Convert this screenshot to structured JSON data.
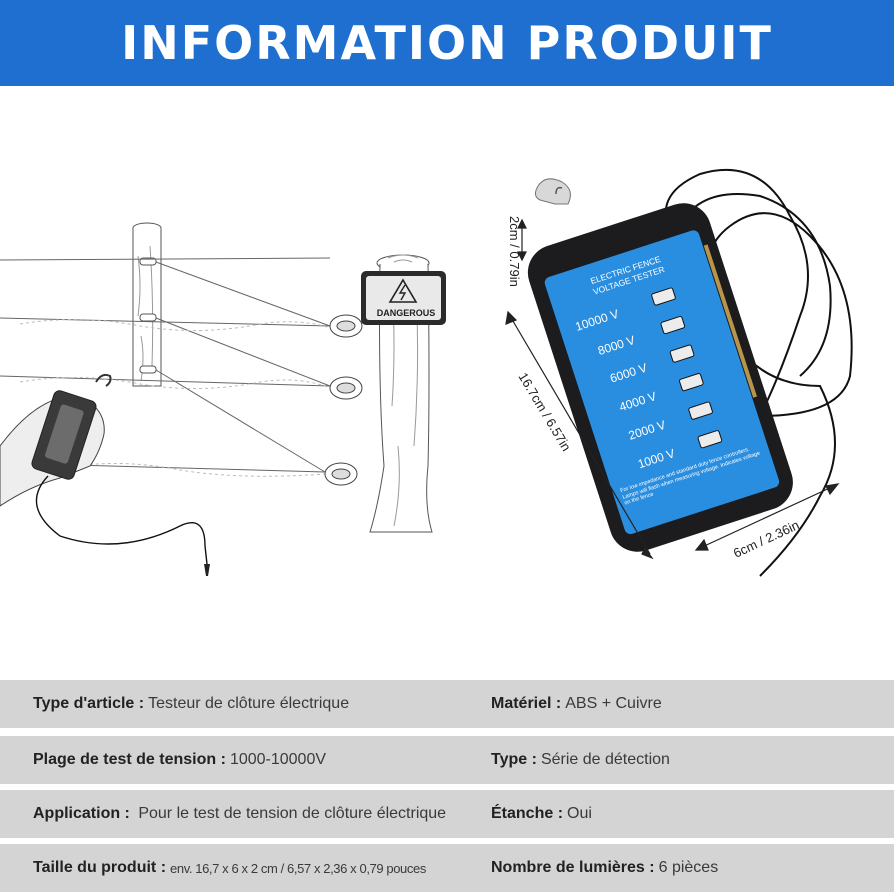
{
  "banner": {
    "title": "INFORMATION PRODUIT"
  },
  "illustration": {
    "sign_label": "DANGEROUS",
    "device": {
      "header_line1": "ELECTRIC FENCE",
      "header_line2": "VOLTAGE TESTER",
      "levels": [
        "10000 V",
        "8000 V",
        "6000 V",
        "4000 V",
        "2000 V",
        "1000 V"
      ],
      "footnote": "For low impedance and standard duty fence controllers. Lamps will flash when measuring voltage. Indicates voltage on the fence"
    },
    "dimensions": {
      "hook": "2cm / 0.79in",
      "length": "16.7cm / 6.57in",
      "width": "6cm / 2.36in"
    }
  },
  "specs": [
    {
      "left": {
        "key": "Type d'article :",
        "value": "Testeur de clôture électrique"
      },
      "right": {
        "key": "Matériel :",
        "value": "ABS + Cuivre"
      }
    },
    {
      "left": {
        "key": "Plage de test de tension :",
        "value": "1000-10000V"
      },
      "right": {
        "key": "Type :",
        "value": "Série de détection"
      }
    },
    {
      "left": {
        "key": "Application :",
        "value": " Pour le test de tension de clôture électrique"
      },
      "right": {
        "key": "Étanche :",
        "value": "Oui"
      }
    },
    {
      "left": {
        "key": "Taille du produit :",
        "value": "env. 16,7 x 6 x 2 cm / 6,57 x 2,36 x 0,79 pouces"
      },
      "right": {
        "key": "Nombre de lumières :",
        "value": "6 pièces"
      }
    }
  ],
  "colors": {
    "banner": "#1e6fd0",
    "device_body": "#1c1c1e",
    "device_panel": "#2a8ee0",
    "spec_row": "#d4d4d4"
  }
}
